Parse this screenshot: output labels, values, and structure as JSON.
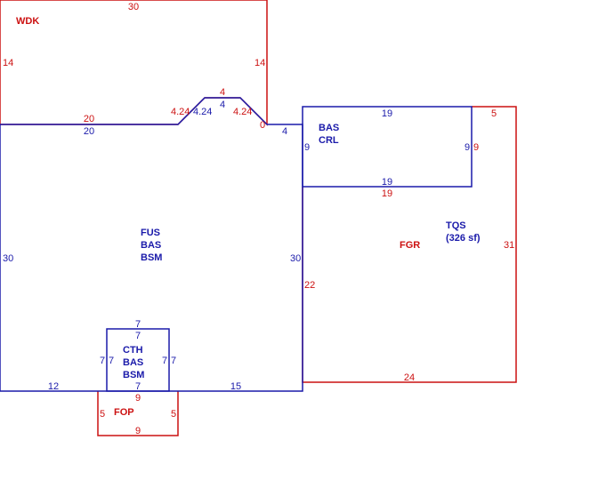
{
  "colors": {
    "red": "#cc1111",
    "blue": "#1a1aaa"
  },
  "areas": {
    "wdk": {
      "label": "WDK"
    },
    "main": {
      "line1": "FUS",
      "line2": "BAS",
      "line3": "BSM"
    },
    "crl": {
      "line1": "BAS",
      "line2": "CRL"
    },
    "tqs": {
      "line1": "TQS",
      "line2": "(326 sf)"
    },
    "fgr": {
      "label": "FGR"
    },
    "cth": {
      "line1": "CTH",
      "line2": "BAS",
      "line3": "BSM"
    },
    "fop": {
      "label": "FOP"
    }
  },
  "dims": {
    "wdk_top": "30",
    "wdk_left": "14",
    "wdk_right": "14",
    "wdk_bottom": "20",
    "bay_left_red": "4.24",
    "bay_left_blue": "4.24",
    "bay_top_red": "4",
    "bay_top_blue": "4",
    "bay_right_red": "4.24",
    "bay_zero": "0",
    "main_top": "20",
    "main_step": "4",
    "main_left": "30",
    "main_right": "30",
    "main_bottom_left": "12",
    "main_bottom_right": "15",
    "crl_top": "19",
    "crl_left": "9",
    "crl_right": "9",
    "crl_bottom": "19",
    "fgr_top": "5",
    "fgr_right_side": "9",
    "fgr_inner_top": "19",
    "fgr_right": "31",
    "fgr_left": "22",
    "fgr_bottom": "24",
    "cth_top_outer": "7",
    "cth_top_inner": "7",
    "cth_left_outer": "7",
    "cth_left_inner": "7",
    "cth_right_inner": "7",
    "cth_right_outer": "7",
    "cth_bottom": "7",
    "fop_top": "9",
    "fop_left": "5",
    "fop_right": "5",
    "fop_bottom": "9"
  }
}
